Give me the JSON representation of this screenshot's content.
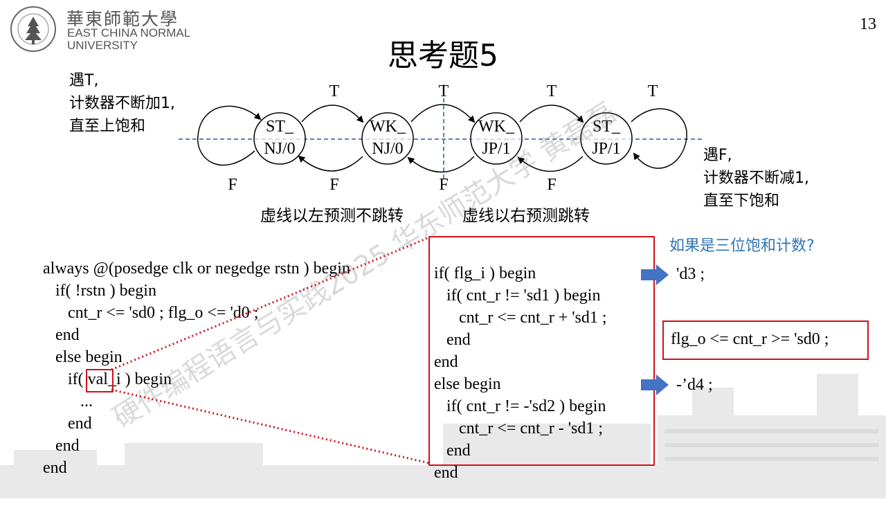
{
  "header": {
    "logo_cn": "華東師範大學",
    "logo_en_line1": "EAST CHINA NORMAL",
    "logo_en_line2": "UNIVERSITY",
    "page_number": "13"
  },
  "title": "思考题5",
  "diagram": {
    "states": [
      {
        "line1": "ST_",
        "line2": "NJ/0"
      },
      {
        "line1": "WK_",
        "line2": "NJ/0"
      },
      {
        "line1": "WK_",
        "line2": "JP/1"
      },
      {
        "line1": "ST_",
        "line2": "JP/1"
      }
    ],
    "edge_labels_top": [
      "T",
      "T",
      "T",
      "T"
    ],
    "edge_labels_bottom": [
      "F",
      "F",
      "F",
      "F"
    ],
    "note_left": [
      "遇T,",
      "计数器不断加1,",
      "直至上饱和"
    ],
    "note_right": [
      "遇F,",
      "计数器不断减1,",
      "直至下饱和"
    ],
    "region_left": "虚线以左预测不跳转",
    "region_right": "虚线以右预测跳转"
  },
  "code_left": [
    "always @(posedge clk or negedge rstn ) begin",
    "   if( !rstn ) begin",
    "      cnt_r <= 'sd0 ; flg_o <= 'd0 ;",
    "   end",
    "   else begin",
    "      if( val_i ) begin",
    "         ...",
    "      end",
    "   end",
    "end"
  ],
  "code_right": [
    "if( flg_i ) begin",
    "   if( cnt_r != 'sd1 ) begin",
    "      cnt_r <= cnt_r + 'sd1 ;",
    "   end",
    "end",
    "else begin",
    "   if( cnt_r != -'sd2 ) begin",
    "      cnt_r <= cnt_r - 'sd1 ;",
    "   end",
    "end"
  ],
  "question": "如果是三位饱和计数?",
  "answer_upper": "'d3 ;",
  "answer_flag": "flg_o <= cnt_r >= 'sd0 ;",
  "answer_lower": "-’d4 ;",
  "watermark": "硬件编程语言与实践2025 华东师范大学 黄磊磊",
  "colors": {
    "red": "#d0101a",
    "arrow_blue": "#4472C4",
    "question_blue": "#2E75B6",
    "dashed_line": "#2F5597"
  }
}
